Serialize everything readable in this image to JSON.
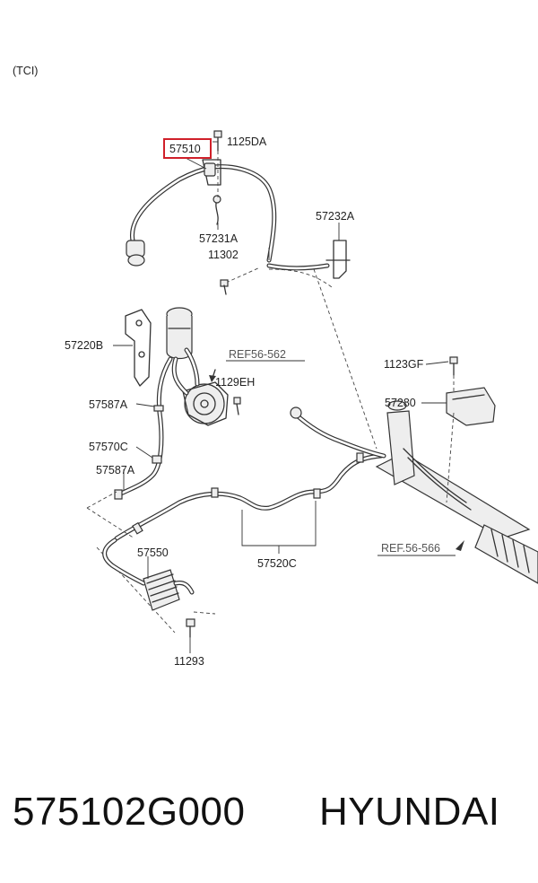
{
  "variant_label": "(TCI)",
  "highlight_color": "#d0202a",
  "parts": {
    "p57510": "57510",
    "p1125DA": "1125DA",
    "p57231A": "57231A",
    "p11302": "11302",
    "p57232A": "57232A",
    "p57220B": "57220B",
    "ref56_562": "REF56-562",
    "p1129EH": "1129EH",
    "p57587A_top": "57587A",
    "p57570C": "57570C",
    "p57587A_bottom": "57587A",
    "p1123GF": "1123GF",
    "p57280": "57280",
    "p57550": "57550",
    "p57520C": "57520C",
    "ref56_566": "REF.56-566",
    "p11293": "11293"
  },
  "footer": {
    "part_number": "575102G000",
    "brand": "HYUNDAI"
  }
}
